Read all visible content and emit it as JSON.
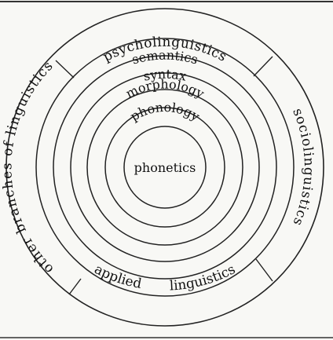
{
  "diagram": {
    "center": "phonetics",
    "rings": [
      "phonology",
      "morphology",
      "syntax",
      "semantics"
    ],
    "outer_ring": {
      "top": "psycholinguistics",
      "right": "sociolinguistics",
      "bottom_left": "applied",
      "bottom_right": "linguistics",
      "left": "other branches of linguistics"
    }
  }
}
